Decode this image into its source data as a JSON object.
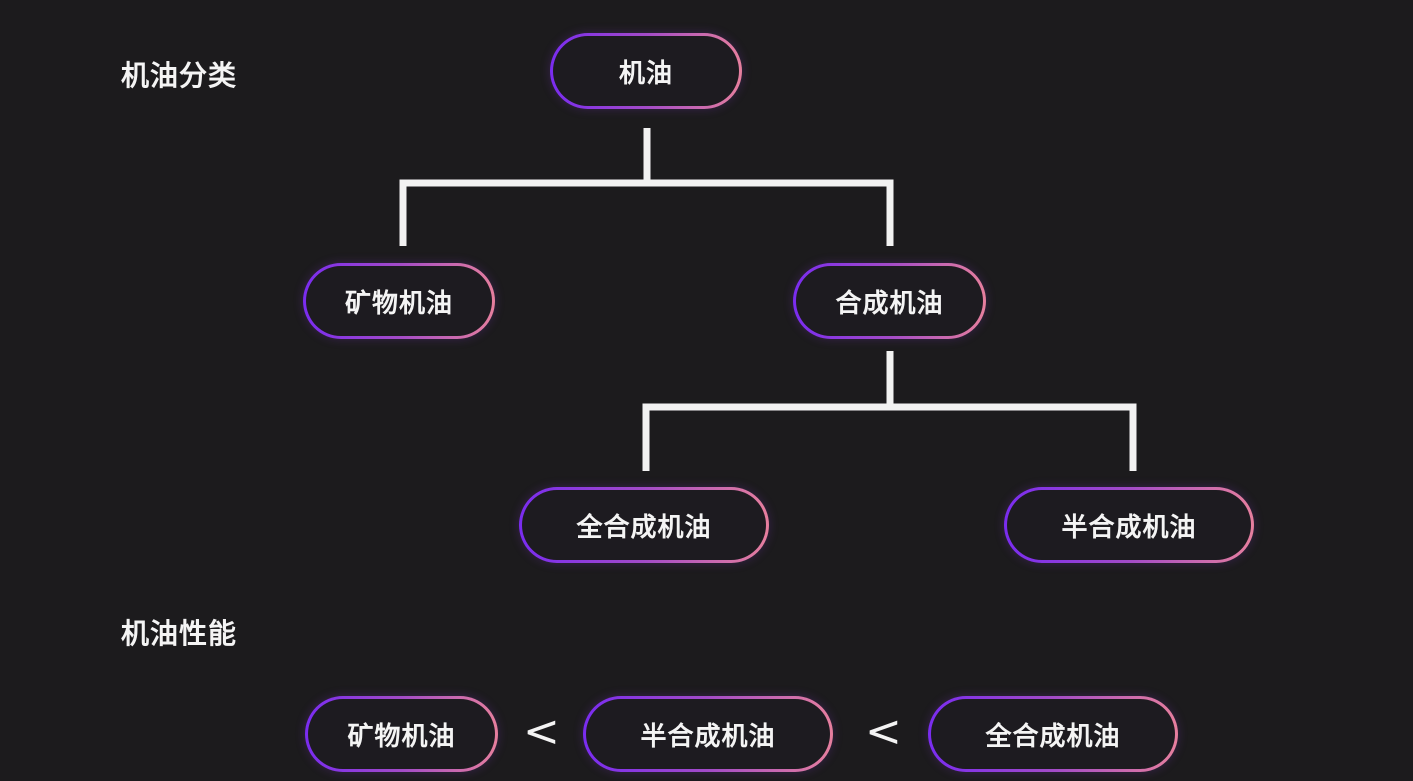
{
  "sections": {
    "classification_title": "机油分类",
    "performance_title": "机油性能"
  },
  "tree": {
    "root": "机油",
    "level1": [
      "矿物机油",
      "合成机油"
    ],
    "level2": [
      "全合成机油",
      "半合成机油"
    ]
  },
  "performance": {
    "items": [
      "矿物机油",
      "半合成机油",
      "全合成机油"
    ],
    "comparator": "<"
  },
  "colors": {
    "background": "#1c1b1d",
    "border_gradient_start": "#7a2cf0",
    "border_gradient_end": "#e67f9e",
    "connector": "#f2f2f2",
    "text": "#f4f4f4"
  }
}
